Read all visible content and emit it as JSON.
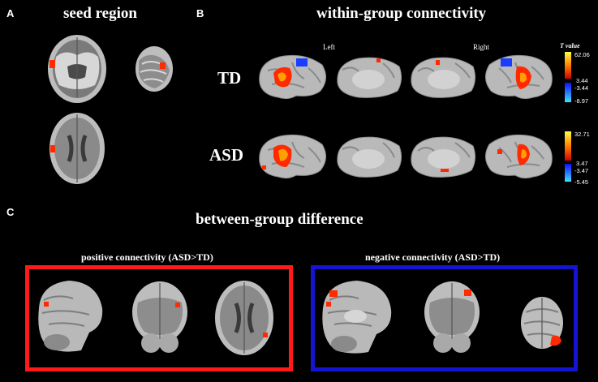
{
  "panel_labels": {
    "a": "A",
    "b": "B",
    "c": "C"
  },
  "seed": {
    "title": "seed region"
  },
  "within": {
    "title": "within-group connectivity",
    "left_label": "Left",
    "right_label": "Right",
    "tvalue_label": "T value",
    "td": {
      "label": "TD",
      "max": "62.06",
      "pos_thr": "3.44",
      "neg_thr": "-3.44",
      "min": "-8.97"
    },
    "asd": {
      "label": "ASD",
      "max": "32.71",
      "pos_thr": "3.47",
      "neg_thr": "-3.47",
      "min": "-5.45"
    }
  },
  "between": {
    "title": "between-group difference",
    "positive": {
      "title": "positive connectivity (ASD>TD)",
      "color": "#ff1a1a"
    },
    "negative": {
      "title": "negative connectivity (ASD>TD)",
      "color": "#1414d2"
    }
  },
  "colors": {
    "activation": "#ff2a00",
    "deactivation": "#1a3cff",
    "cortex": "#b9b9b9"
  }
}
